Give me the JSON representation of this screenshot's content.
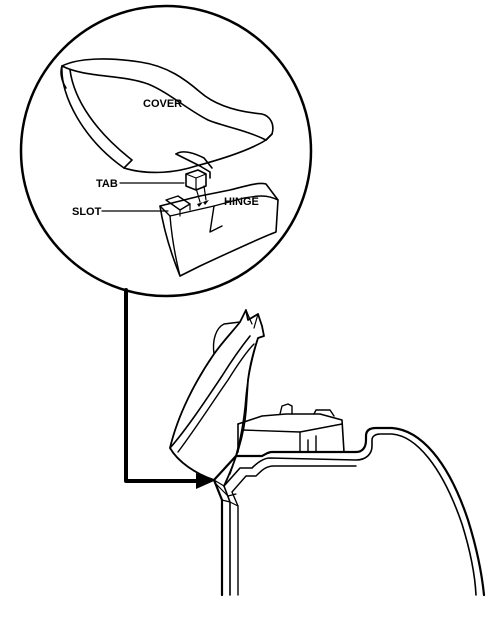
{
  "labels": {
    "cover": "COVER",
    "tab": "TAB",
    "slot": "SLOT",
    "hinge": "HINGE"
  },
  "colors": {
    "line": "#000000",
    "background": "#ffffff"
  }
}
